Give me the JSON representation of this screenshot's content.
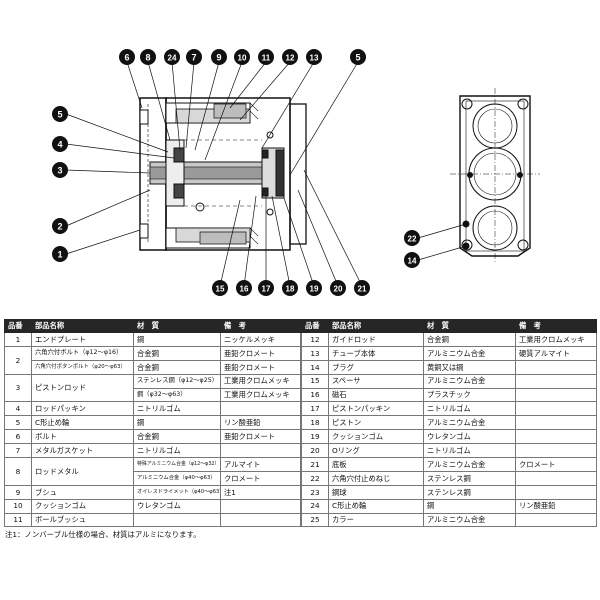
{
  "callouts": [
    "6",
    "8",
    "24",
    "7",
    "9",
    "10",
    "11",
    "12",
    "13",
    "5",
    "5",
    "4",
    "3",
    "2",
    "1",
    "15",
    "16",
    "17",
    "18",
    "19",
    "20",
    "21",
    "22",
    "14"
  ],
  "table_headers": {
    "no": "品番",
    "name": "部品名称",
    "material": "材　質",
    "note": "備　考"
  },
  "left_rows": [
    {
      "no": "1",
      "name": "エンドプレート",
      "material": "鋼",
      "note": "ニッケルメッキ"
    },
    {
      "no": "2",
      "name": "六角穴付ボルト（φ12～φ16）",
      "material": "合金鋼",
      "note": "亜鉛クロメート"
    },
    {
      "no": "",
      "name": "六角穴付ボタンボルト（φ20～φ63）",
      "material": "合金鋼",
      "note": "亜鉛クロメート"
    },
    {
      "no": "3",
      "name": "ピストンロッド",
      "material": "ステンレス鋼（φ12～φ25）",
      "note": "工業用クロムメッキ"
    },
    {
      "no": "",
      "name": "",
      "material": "鋼（φ32～φ63）",
      "note": "工業用クロムメッキ"
    },
    {
      "no": "4",
      "name": "ロッドパッキン",
      "material": "ニトリルゴム",
      "note": ""
    },
    {
      "no": "5",
      "name": "C形止め輪",
      "material": "鋼",
      "note": "リン酸亜鉛"
    },
    {
      "no": "6",
      "name": "ボルト",
      "material": "合金鋼",
      "note": "亜鉛クロメート"
    },
    {
      "no": "7",
      "name": "メタルガスケット",
      "material": "ニトリルゴム",
      "note": ""
    },
    {
      "no": "8",
      "name": "ロッドメタル",
      "material": "特殊アルミニウム合金（φ12～φ32）",
      "note": "アルマイト"
    },
    {
      "no": "",
      "name": "",
      "material": "アルミニウム合金（φ40～φ63）",
      "note": "クロメート"
    },
    {
      "no": "9",
      "name": "ブシュ",
      "material": "オイレスドライメット（φ40～φ63）",
      "note": "注1"
    },
    {
      "no": "10",
      "name": "クッションゴム",
      "material": "ウレタンゴム",
      "note": ""
    },
    {
      "no": "11",
      "name": "ボールブッシュ",
      "material": "",
      "note": ""
    }
  ],
  "right_rows": [
    {
      "no": "12",
      "name": "ガイドロッド",
      "material": "合金鋼",
      "note": "工業用クロムメッキ"
    },
    {
      "no": "13",
      "name": "チューブ本体",
      "material": "アルミニウム合金",
      "note": "硬質アルマイト"
    },
    {
      "no": "14",
      "name": "プラグ",
      "material": "黄銅又は鋼",
      "note": ""
    },
    {
      "no": "15",
      "name": "スペーサ",
      "material": "アルミニウム合金",
      "note": ""
    },
    {
      "no": "16",
      "name": "磁石",
      "material": "プラスチック",
      "note": ""
    },
    {
      "no": "17",
      "name": "ピストンパッキン",
      "material": "ニトリルゴム",
      "note": ""
    },
    {
      "no": "18",
      "name": "ピストン",
      "material": "アルミニウム合金",
      "note": ""
    },
    {
      "no": "19",
      "name": "クッションゴム",
      "material": "ウレタンゴム",
      "note": ""
    },
    {
      "no": "20",
      "name": "Oリング",
      "material": "ニトリルゴム",
      "note": ""
    },
    {
      "no": "21",
      "name": "底板",
      "material": "アルミニウム合金",
      "note": "クロメート"
    },
    {
      "no": "22",
      "name": "六角穴付止めねじ",
      "material": "ステンレス鋼",
      "note": ""
    },
    {
      "no": "23",
      "name": "鋼球",
      "material": "ステンレス鋼",
      "note": ""
    },
    {
      "no": "24",
      "name": "C形止め輪",
      "material": "鋼",
      "note": "リン酸亜鉛"
    },
    {
      "no": "25",
      "name": "カラー",
      "material": "アルミニウム合金",
      "note": ""
    }
  ],
  "footnote": "注1：ノンバーブル仕様の場合、材質はアルミになります。"
}
